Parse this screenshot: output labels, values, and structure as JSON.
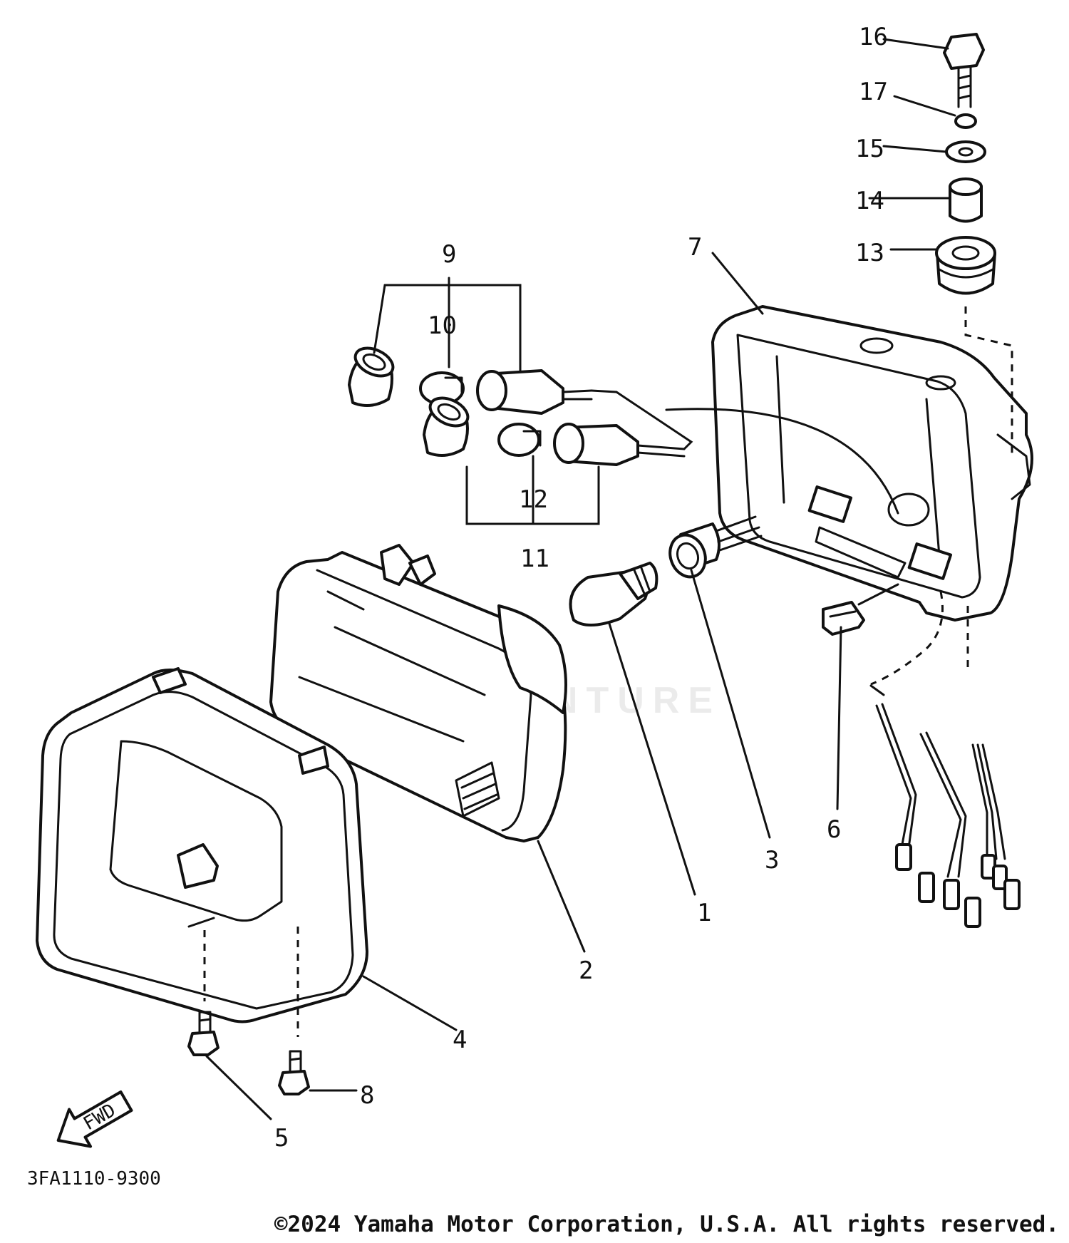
{
  "diagram": {
    "callouts": [
      "1",
      "2",
      "3",
      "4",
      "5",
      "6",
      "7",
      "8",
      "9",
      "10",
      "11",
      "12",
      "13",
      "14",
      "15",
      "16",
      "17"
    ],
    "fwd_label": "FWD",
    "reference_code": "3FA1110-9300",
    "watermark": "LEADVENTURE",
    "copyright": "©2024 Yamaha Motor Corporation, U.S.A. All rights reserved."
  }
}
